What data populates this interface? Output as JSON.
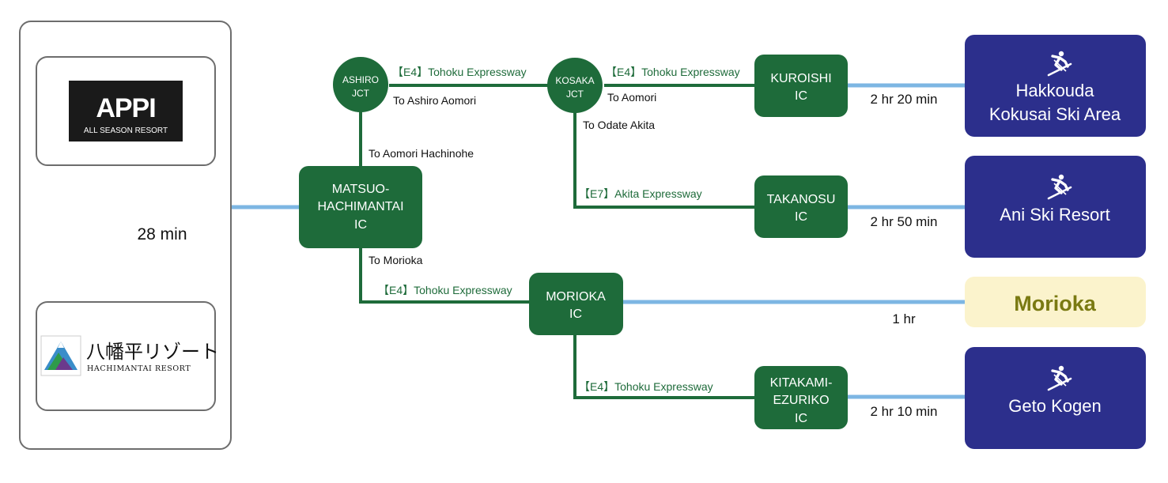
{
  "left_panel": {
    "appi_logo": {
      "title": "APPI",
      "subtitle": "ALL SEASON RESORT",
      "bg": "#1a1a1a"
    },
    "hachimantai_logo": {
      "jp": "八幡平リゾート",
      "en": "HACHIMANTAI RESORT"
    },
    "travel_time": "28 min"
  },
  "nodes": {
    "ashiro_jct": [
      "ASHIRO",
      "JCT"
    ],
    "kosaka_jct": [
      "KOSAKA",
      "JCT"
    ],
    "matsuo_ic": [
      "MATSUO-",
      "HACHIMANTAI",
      "IC"
    ],
    "kuroishi_ic": [
      "KUROISHI",
      "IC"
    ],
    "takanosu_ic": [
      "TAKANOSU",
      "IC"
    ],
    "morioka_ic": [
      "MORIOKA",
      "IC"
    ],
    "kitakami_ic": [
      "KITAKAMI-",
      "EZURIKO",
      "IC"
    ]
  },
  "road_labels": {
    "ashiro_kosaka": "【E4】Tohoku Expressway",
    "kosaka_kuroishi": "【E4】Tohoku Expressway",
    "akita": "【E7】Akita Expressway",
    "matsuo_morioka": "【E4】Tohoku Expressway",
    "morioka_kitakami": "【E4】Tohoku Expressway"
  },
  "direction_labels": {
    "to_ashiro_aomori": "To Ashiro Aomori",
    "to_aomori": "To Aomori",
    "to_odate_akita": "To Odate Akita",
    "to_aomori_hachinohe": "To Aomori Hachinohe",
    "to_morioka": "To Morioka"
  },
  "destinations": {
    "hakkouda": {
      "lines": [
        "Hakkouda",
        "Kokusai Ski Area"
      ],
      "time": "2 hr 20 min"
    },
    "ani": {
      "lines": [
        "Ani Ski Resort"
      ],
      "time": "2 hr 50 min"
    },
    "morioka": {
      "lines": [
        "Morioka"
      ],
      "time": "1 hr"
    },
    "geto": {
      "lines": [
        "Geto Kogen"
      ],
      "time": "2 hr 10 min"
    }
  },
  "icons": {
    "skier": "skier-icon",
    "mountain": "mountain-logo-icon"
  },
  "colors": {
    "green": "#1e6b3a",
    "green_text": "#1e6b3a",
    "blue_link": "#7db6e3",
    "navy": "#2c2f8c",
    "cream": "#fbf3cc",
    "olive_text": "#7a7a12"
  }
}
